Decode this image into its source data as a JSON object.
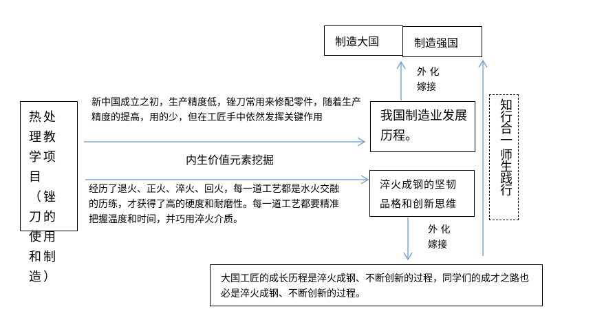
{
  "left_box": "热处理教学项目（锉刀的使用和制造）",
  "top_text": "新中国成立之初，生产精度低，锉刀常用来修配零件，随着生产精度的提高，用的少，但在工匠手中依然发挥关键作用",
  "middle_label": "内生价值元素挖掘",
  "bottom_text": "经历了退火、正火、淬火、回火，每一道工艺都是水火交融的历练，才获得了高的硬度和耐磨性。每一道工艺都要精准把握温度和时间，并巧用淬火介质。",
  "box_big": "制造大国",
  "box_strong": "制造强国",
  "box_history": "我国制造业发展历程。",
  "box_quench": "淬火成钢的坚韧品格和创新思维",
  "label_up": [
    "外 化",
    "嫁接"
  ],
  "label_down": [
    "外 化",
    "嫁接"
  ],
  "dashed_box": "知行合一 师生践行",
  "conclusion": "大国工匠的成长历程是淬火成钢、不断创新的过程，同学们的成才之路也必是淬火成钢、不断创新的过程。",
  "colors": {
    "arrow": "#7aa7d8"
  }
}
